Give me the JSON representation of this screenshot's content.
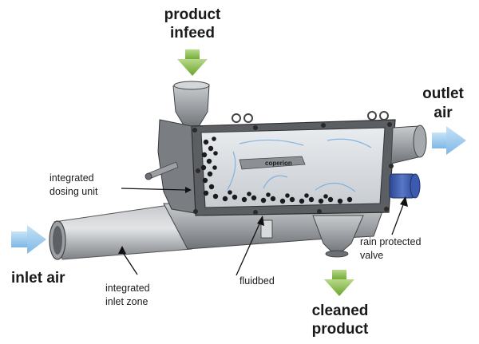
{
  "labels": {
    "product_infeed": [
      "product",
      "infeed"
    ],
    "outlet_air": [
      "outlet",
      "air"
    ],
    "integrated_dosing_unit": [
      "integrated",
      "dosing unit"
    ],
    "inlet_air": "inlet air",
    "integrated_inlet_zone": [
      "integrated",
      "inlet zone"
    ],
    "fluidbed": "fluidbed",
    "rain_protected_valve": [
      "rain protected",
      "valve"
    ],
    "cleaned_product": [
      "cleaned",
      "product"
    ],
    "brand": "coperion"
  },
  "colors": {
    "green_arrow": "#7fb23a",
    "blue_arrow": "#8fc3ea",
    "machine_grey": "#8e9296",
    "valve_blue": "#3f5fb0"
  }
}
